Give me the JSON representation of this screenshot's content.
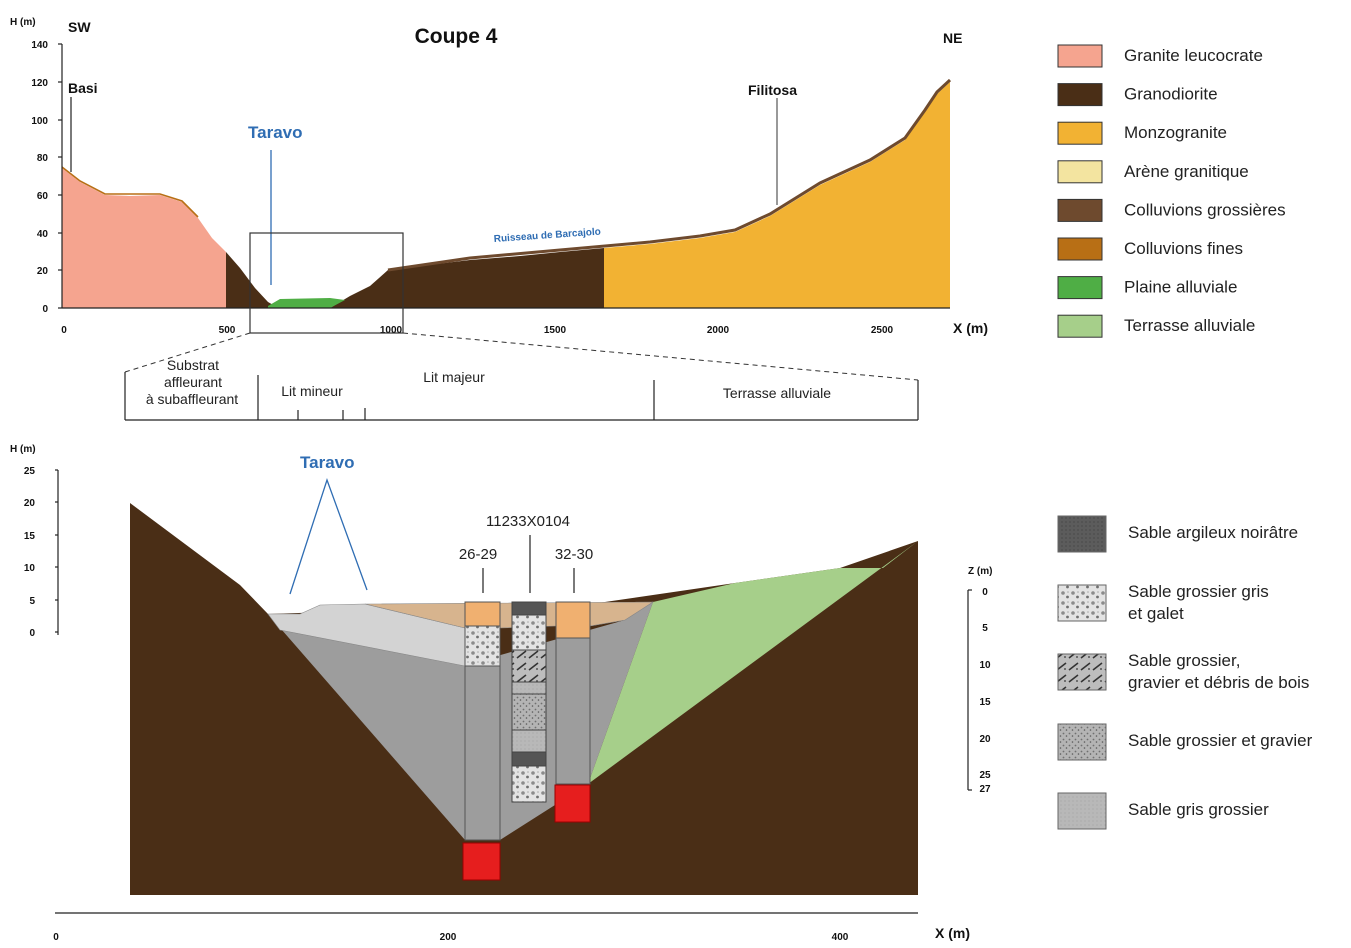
{
  "top": {
    "title": "Coupe 4",
    "sw": "SW",
    "ne": "NE",
    "ylabel": "H (m)",
    "xlabel": "X (m)",
    "yticks": [
      "140",
      "120",
      "100",
      "80",
      "60",
      "40",
      "20",
      "0"
    ],
    "xticks": [
      "0",
      "500",
      "1000",
      "1500",
      "2000",
      "2500"
    ],
    "basi": "Basi",
    "filitosa": "Filitosa",
    "taravo": "Taravo",
    "ruisseau": "Ruisseau de Barcajolo"
  },
  "zones": {
    "substrat_1": "Substrat",
    "substrat_2": "affleurant",
    "substrat_3": "à subaffleurant",
    "lit_mineur": "Lit mineur",
    "lit_majeur": "Lit majeur",
    "terrasse": "Terrasse alluviale"
  },
  "bottom": {
    "ylabel": "H (m)",
    "xlabel": "X (m)",
    "yticks": [
      "25",
      "20",
      "15",
      "10",
      "5",
      "0"
    ],
    "xticks": [
      "0",
      "200",
      "400"
    ],
    "taravo": "Taravo",
    "borehole_id": "11233X0104",
    "bh1": "26-29",
    "bh2": "32-30",
    "zlabel": "Z (m)",
    "zticks": [
      "0",
      "5",
      "10",
      "15",
      "20",
      "25",
      "27"
    ]
  },
  "legend_top": [
    {
      "label": "Granite leucocrate",
      "color": "#f5a48f"
    },
    {
      "label": "Granodiorite",
      "color": "#4a2e16"
    },
    {
      "label": "Monzogranite",
      "color": "#f2b233"
    },
    {
      "label": "Arène granitique",
      "color": "#f3e4a0"
    },
    {
      "label": "Colluvions grossières",
      "color": "#6e4a2e"
    },
    {
      "label": "Colluvions fines",
      "color": "#b86f15"
    },
    {
      "label": "Plaine alluviale",
      "color": "#4fae45"
    },
    {
      "label": "Terrasse alluviale",
      "color": "#a6cf8a"
    }
  ],
  "legend_bottom": [
    {
      "label": [
        "Sable argileux noirâtre"
      ],
      "pattern": "dark"
    },
    {
      "label": [
        "Sable grossier gris",
        "et galet"
      ],
      "pattern": "pebble"
    },
    {
      "label": [
        "Sable grossier,",
        "gravier et débris de bois"
      ],
      "pattern": "wood"
    },
    {
      "label": [
        "Sable grossier et gravier"
      ],
      "pattern": "gravel"
    },
    {
      "label": [
        "Sable gris grossier"
      ],
      "pattern": "grey"
    }
  ],
  "colors": {
    "bedrock": "#4a2e16",
    "granite": "#f5a48f",
    "monzo": "#f2b233",
    "alluvial": "#4fae45",
    "terrace": "#a6cf8a",
    "topsoil": "#d7b48e",
    "grey_light": "#d3d3d3",
    "grey_mid": "#9d9d9d",
    "red": "#e61e1e",
    "blue": "#2f6db3"
  }
}
